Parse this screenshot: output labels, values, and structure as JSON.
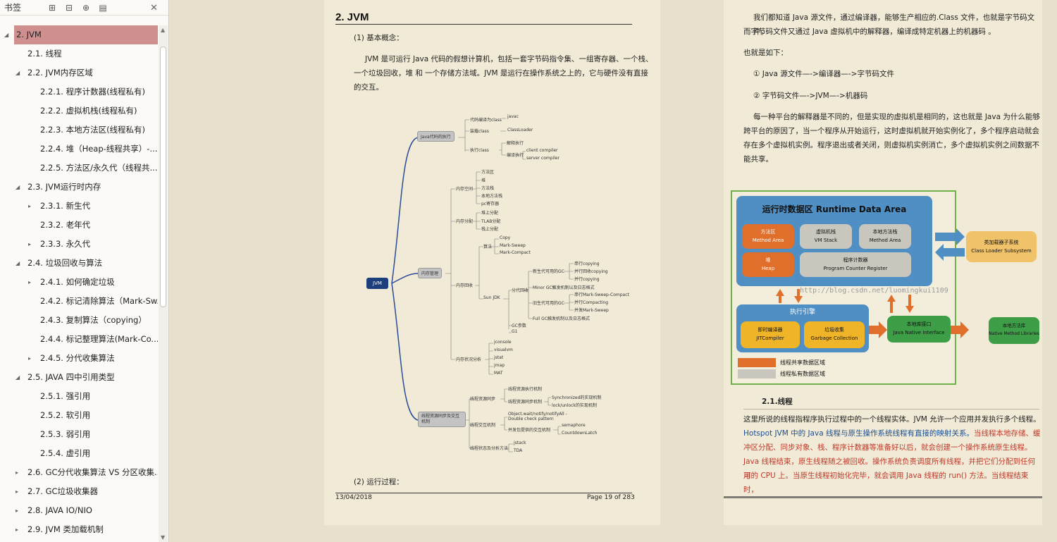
{
  "sidebar": {
    "title": "书签",
    "close": "✕",
    "toolbar_icons": [
      "expand-all-icon",
      "collapse-all-icon",
      "add-bookmark-icon",
      "bookmark-options-icon"
    ],
    "items": [
      {
        "label": "2. JVM",
        "level": 0,
        "arrow": "◢",
        "selected": true
      },
      {
        "label": "2.1. 线程",
        "level": 1,
        "arrow": ""
      },
      {
        "label": "2.2. JVM内存区域",
        "level": 1,
        "arrow": "◢"
      },
      {
        "label": "2.2.1. 程序计数器(线程私有)",
        "level": 2,
        "arrow": ""
      },
      {
        "label": "2.2.2. 虚拟机栈(线程私有)",
        "level": 2,
        "arrow": ""
      },
      {
        "label": "2.2.3. 本地方法区(线程私有)",
        "level": 2,
        "arrow": ""
      },
      {
        "label": "2.2.4. 堆（Heap-线程共享）-...",
        "level": 2,
        "arrow": ""
      },
      {
        "label": "2.2.5. 方法区/永久代（线程共...",
        "level": 2,
        "arrow": ""
      },
      {
        "label": "2.3. JVM运行时内存",
        "level": 1,
        "arrow": "◢"
      },
      {
        "label": "2.3.1. 新生代",
        "level": 2,
        "arrow": "▸"
      },
      {
        "label": "2.3.2. 老年代",
        "level": 2,
        "arrow": ""
      },
      {
        "label": "2.3.3. 永久代",
        "level": 2,
        "arrow": "▸"
      },
      {
        "label": "2.4. 垃圾回收与算法",
        "level": 1,
        "arrow": "◢"
      },
      {
        "label": "2.4.1. 如何确定垃圾",
        "level": 2,
        "arrow": "▸"
      },
      {
        "label": "2.4.2. 标记清除算法（Mark-Sw...",
        "level": 2,
        "arrow": ""
      },
      {
        "label": "2.4.3. 复制算法（copying）",
        "level": 2,
        "arrow": ""
      },
      {
        "label": "2.4.4. 标记整理算法(Mark-Co...",
        "level": 2,
        "arrow": ""
      },
      {
        "label": "2.4.5. 分代收集算法",
        "level": 2,
        "arrow": "▸"
      },
      {
        "label": "2.5. JAVA 四中引用类型",
        "level": 1,
        "arrow": "◢"
      },
      {
        "label": "2.5.1. 强引用",
        "level": 2,
        "arrow": ""
      },
      {
        "label": "2.5.2. 软引用",
        "level": 2,
        "arrow": ""
      },
      {
        "label": "2.5.3. 弱引用",
        "level": 2,
        "arrow": ""
      },
      {
        "label": "2.5.4. 虚引用",
        "level": 2,
        "arrow": ""
      },
      {
        "label": "2.6. GC分代收集算法  VS 分区收集...",
        "level": 1,
        "arrow": "▸"
      },
      {
        "label": "2.7. GC垃圾收集器",
        "level": 1,
        "arrow": "▸"
      },
      {
        "label": "2.8.  JAVA IO/NIO",
        "level": 1,
        "arrow": "▸"
      },
      {
        "label": "2.9. JVM 类加载机制",
        "level": 1,
        "arrow": "▸"
      }
    ]
  },
  "left_page": {
    "heading": "2. JVM",
    "basic_concept": "(1) 基本概念：",
    "para1_line1": "JVM 是可运行 Java 代码的假想计算机，包括一套字节码指令集、一组寄存器、一个栈、",
    "para1_line2": "一个垃圾回收，堆 和 一个存储方法域。JVM 是运行在操作系统之上的，它与硬件没有直接",
    "para1_line3": "的交互。",
    "run_process": "(2) 运行过程：",
    "footer_date": "13/04/2018",
    "footer_page": "Page 19 of 283",
    "mindmap": {
      "root": "JVM",
      "exec": "Java代码的执行",
      "exec_items": [
        "代码编译为class",
        "装载class",
        "执行class"
      ],
      "javac": "javac",
      "classloader": "ClassLoader",
      "interp": "解释执行",
      "compile": "编译执行",
      "client": "client compiler",
      "server": "server compiler",
      "mem": "内存管理",
      "mem_space": "内存空间",
      "mem_space_items": [
        "方法区",
        "堆",
        "方法栈",
        "本地方法栈",
        "pc寄存器"
      ],
      "mem_alloc": "内存分配",
      "mem_alloc_items": [
        "堆上分配",
        "TLAB分配",
        "栈上分配"
      ],
      "gc": "内存回收",
      "algo": "算法",
      "algo_items": [
        "Copy",
        "Mark-Sweep",
        "Mark-Compact"
      ],
      "sunjdk": "Sun JDK",
      "gen": "分代回收",
      "young": "新生代可用的GC",
      "young_items": [
        "串行copying",
        "并行回收copying",
        "并行copying"
      ],
      "minor": "Minor GC触发机制以及日志格式",
      "old": "旧生代可用的GC",
      "old_items": [
        "串行Mark-Sweep-Compact",
        "并行Compacting",
        "并发Mark-Sweep"
      ],
      "full": "Full GC触发机制以及日志格式",
      "gcparam": "GC参数",
      "g1": "G1",
      "analyze": "内存状况分析",
      "analyze_items": [
        "jconsole",
        "visualvm",
        "jstat",
        "jmap",
        "MAT"
      ],
      "thread": "线程资源同步及交互机制",
      "sync": "线程资源同步",
      "sync_items": [
        "线程资源执行机制",
        "线程资源同步机制"
      ],
      "synchronized": "Synchronized的实现机制",
      "lock": "lock/unlock的实现机制",
      "interact": "线程交互机制",
      "wait": "Object.wait/notify/notifyAll -",
      "dcp": "Double check pattern",
      "concurrent": "并发包提供的交互机制",
      "semaphore": "semaphore",
      "latch": "CountdownLatch",
      "state": "线程状态及分析方法",
      "jstack": "jstack",
      "tda": "TDA"
    }
  },
  "right_page": {
    "p1_l1": "我们都知道 Java 源文件，通过编译器，能够生产相应的.Class 文件，也就是字节码文件，",
    "p1_l2": "而字节码文件又通过 Java 虚拟机中的解释器，编译成特定机器上的机器码 。",
    "p2": "也就是如下：",
    "step1": "① Java 源文件—->编译器—->字节码文件",
    "step2": "② 字节码文件—->JVM—->机器码",
    "p3_l1": "每一种平台的解释器是不同的，但是实现的虚拟机是相同的，这也就是 Java 为什么能够",
    "p3_l2": "跨平台的原因了，当一个程序从开始运行，这时虚拟机就开始实例化了，多个程序启动就会",
    "p3_l3": "存在多个虚拟机实例。程序退出或者关闭，则虚拟机实例消亡，多个虚拟机实例之间数据不",
    "p3_l4": "能共享。",
    "diagram": {
      "title": "运行时数据区  Runtime Data Area",
      "method_area": "方法区",
      "method_area_en": "Method Area",
      "vm_stack": "虚拟机栈",
      "vm_stack_en": "VM Stack",
      "native_stack": "本地方法栈",
      "native_stack_en": "Method Area",
      "heap": "堆",
      "heap_en": "Heap",
      "pc": "程序计数器",
      "pc_en": "Program Counter Register",
      "classloader": "类加载器子系统",
      "classloader_en": "Class Loader Subsystem",
      "watermark": "http://blog.csdn.net/luomingkui1109",
      "engine": "执行引擎",
      "jit": "即时编译器",
      "jit_en": "JITCompiler",
      "gc": "垃圾收集",
      "gc_en": "Garbage Collection",
      "native_if": "本地库接口",
      "native_if_en": "Java Native Interface",
      "native_lib": "本地方法库",
      "native_lib_en": "Native Method Libraries",
      "legend_shared": "线程共享数据区域",
      "legend_private": "线程私有数据区域",
      "colors": {
        "blue": "#4f8fc4",
        "orange": "#e06f2c",
        "grey": "#c9c6bd",
        "yellow": "#f0b429",
        "green": "#3e9e48",
        "tan": "#f0c36a",
        "border": "#6fb24a"
      }
    },
    "section": "2.1.线程",
    "t1": "这里所说的线程指程序执行过程中的一个线程实体。JVM 允许一个应用并发执行多个线程。",
    "t2_blue": "Hotspot JVM 中的 Java 线程与原生操作系统线程有直接的映射关系。",
    "t2_red": "当线程本地存储、缓",
    "t3": "冲区分配、同步对象、栈、程序计数器等准备好以后，就会创建一个操作系统原生线程。",
    "t4": "Java 线程结束，原生线程随之被回收。操作系统负责调度所有线程，并把它们分配到任何可",
    "t5": "用的 CPU 上。当原生线程初始化完毕，就会调用 Java 线程的 run() 方法。当线程结束时，"
  }
}
